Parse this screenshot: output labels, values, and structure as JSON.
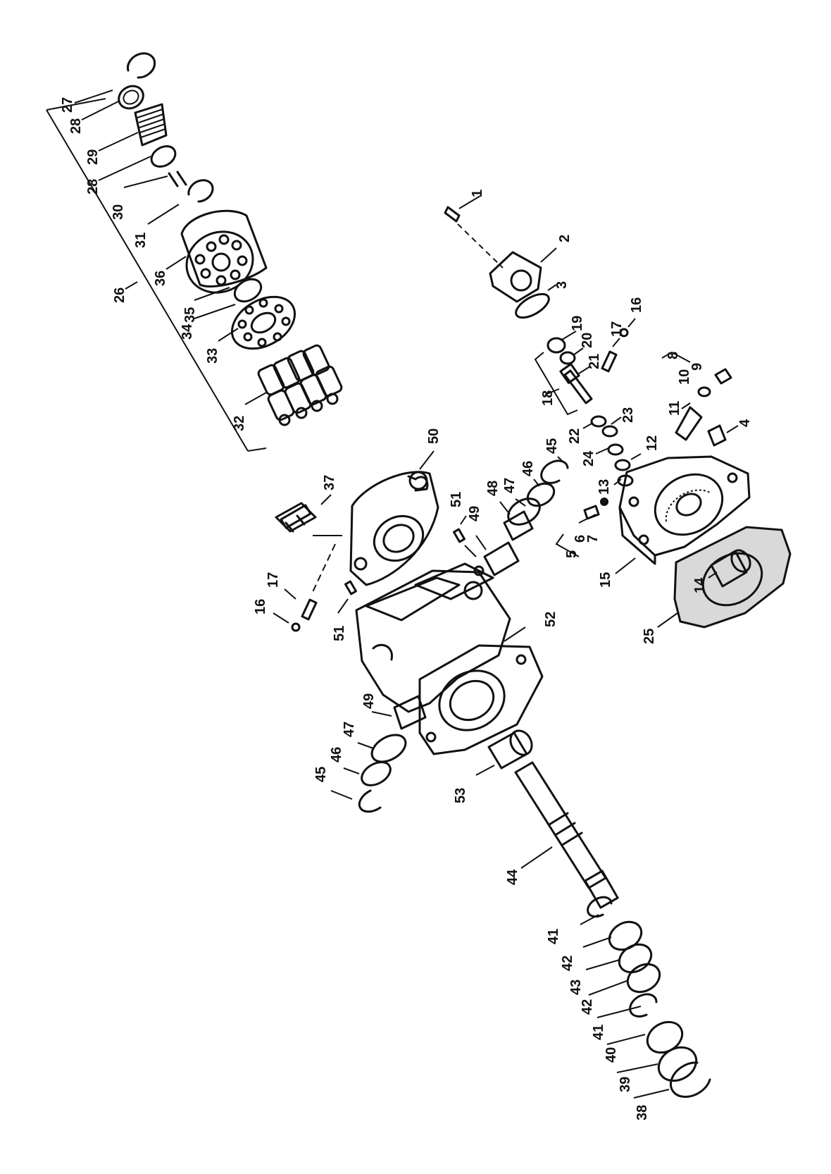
{
  "diagram": {
    "labels": [
      {
        "id": "1",
        "text": "1"
      },
      {
        "id": "2",
        "text": "2"
      },
      {
        "id": "3",
        "text": "3"
      },
      {
        "id": "4",
        "text": "4"
      },
      {
        "id": "5",
        "text": "5"
      },
      {
        "id": "6",
        "text": "6"
      },
      {
        "id": "7",
        "text": "7"
      },
      {
        "id": "8",
        "text": "8"
      },
      {
        "id": "9",
        "text": "9"
      },
      {
        "id": "10",
        "text": "10"
      },
      {
        "id": "11",
        "text": "11"
      },
      {
        "id": "12",
        "text": "12"
      },
      {
        "id": "13",
        "text": "13"
      },
      {
        "id": "14",
        "text": "14"
      },
      {
        "id": "15",
        "text": "15"
      },
      {
        "id": "16a",
        "text": "16"
      },
      {
        "id": "16b",
        "text": "16"
      },
      {
        "id": "17a",
        "text": "17"
      },
      {
        "id": "17b",
        "text": "17"
      },
      {
        "id": "18",
        "text": "18"
      },
      {
        "id": "19",
        "text": "19"
      },
      {
        "id": "20",
        "text": "20"
      },
      {
        "id": "21",
        "text": "21"
      },
      {
        "id": "22",
        "text": "22"
      },
      {
        "id": "23",
        "text": "23"
      },
      {
        "id": "24",
        "text": "24"
      },
      {
        "id": "25",
        "text": "25"
      },
      {
        "id": "26",
        "text": "26"
      },
      {
        "id": "27",
        "text": "27"
      },
      {
        "id": "28a",
        "text": "28"
      },
      {
        "id": "28b",
        "text": "28"
      },
      {
        "id": "29",
        "text": "29"
      },
      {
        "id": "30",
        "text": "30"
      },
      {
        "id": "31",
        "text": "31"
      },
      {
        "id": "32",
        "text": "32"
      },
      {
        "id": "33",
        "text": "33"
      },
      {
        "id": "34",
        "text": "34"
      },
      {
        "id": "35",
        "text": "35"
      },
      {
        "id": "36",
        "text": "36"
      },
      {
        "id": "37",
        "text": "37"
      },
      {
        "id": "38",
        "text": "38"
      },
      {
        "id": "39",
        "text": "39"
      },
      {
        "id": "40",
        "text": "40"
      },
      {
        "id": "41a",
        "text": "41"
      },
      {
        "id": "41b",
        "text": "41"
      },
      {
        "id": "42a",
        "text": "42"
      },
      {
        "id": "42b",
        "text": "42"
      },
      {
        "id": "43",
        "text": "43"
      },
      {
        "id": "44",
        "text": "44"
      },
      {
        "id": "45a",
        "text": "45"
      },
      {
        "id": "45b",
        "text": "45"
      },
      {
        "id": "46a",
        "text": "46"
      },
      {
        "id": "46b",
        "text": "46"
      },
      {
        "id": "47a",
        "text": "47"
      },
      {
        "id": "47b",
        "text": "47"
      },
      {
        "id": "48",
        "text": "48"
      },
      {
        "id": "49a",
        "text": "49"
      },
      {
        "id": "49b",
        "text": "49"
      },
      {
        "id": "50",
        "text": "50"
      },
      {
        "id": "51a",
        "text": "51"
      },
      {
        "id": "51b",
        "text": "51"
      },
      {
        "id": "52",
        "text": "52"
      },
      {
        "id": "53",
        "text": "53"
      }
    ]
  }
}
